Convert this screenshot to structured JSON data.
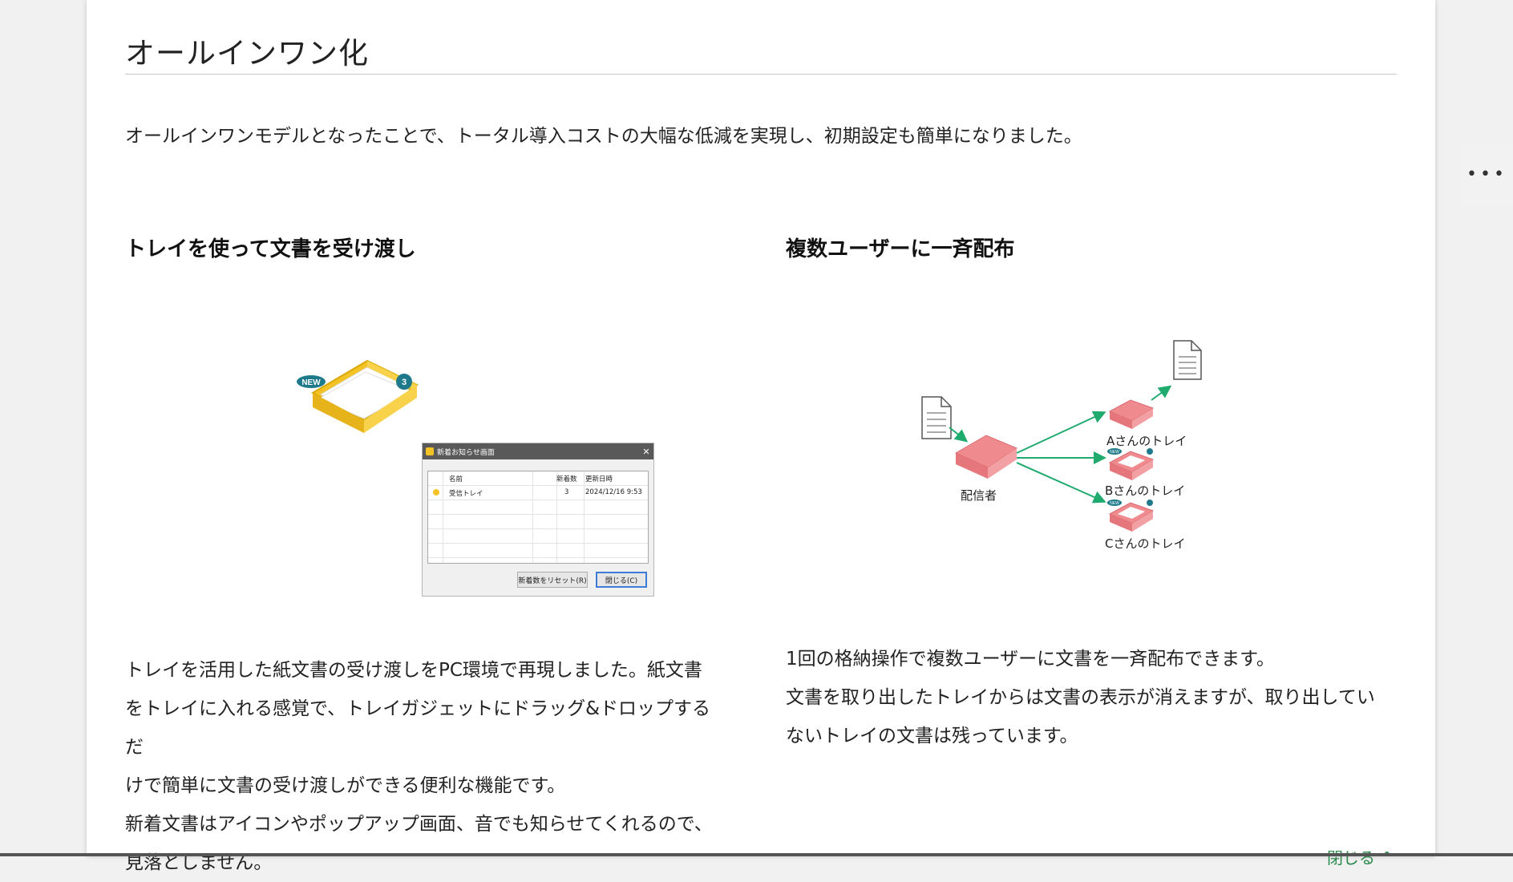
{
  "section": {
    "title": "オールインワン化",
    "intro": "オールインワンモデルとなったことで、トータル導入コストの大幅な低減を実現し、初期設定も簡単になりました。"
  },
  "left": {
    "heading": "トレイを使って文書を受け渡し",
    "tray": {
      "new_badge": "NEW",
      "count_badge": "3"
    },
    "dialog": {
      "title": "新着お知らせ画面",
      "close_glyph": "✕",
      "columns": [
        "名前",
        "新着数",
        "更新日時"
      ],
      "rows": [
        {
          "name": "受信トレイ",
          "count": "3",
          "date": "2024/12/16 9:53"
        }
      ],
      "reset_button": "新着数をリセット(R)",
      "close_button": "閉じる(C)"
    },
    "body_lines": [
      "トレイを活用した紙文書の受け渡しをPC環境で再現しました。紙文書",
      "をトレイに入れる感覚で、トレイガジェットにドラッグ&ドロップするだ",
      "けで簡単に文書の受け渡しができる便利な機能です。",
      "新着文書はアイコンやポップアップ画面、音でも知らせてくれるので、",
      "見落としません。"
    ]
  },
  "right": {
    "heading": "複数ユーザーに一斉配布",
    "diagram": {
      "sender_label": "配信者",
      "tray_a_label": "Aさんのトレイ",
      "tray_b_label": "Bさんのトレイ",
      "tray_c_label": "Cさんのトレイ",
      "new_badge": "NEW",
      "tray_color": "#ef8a8f",
      "arrow_color": "#1faa6e"
    },
    "body_lines": [
      "1回の格納操作で複数ユーザーに文書を一斉配布できます。",
      "文書を取り出したトレイからは文書の表示が消えますが、取り出してい",
      "ないトレイの文書は残っています。"
    ]
  },
  "side": {
    "more_glyph": "•••"
  },
  "footer": {
    "peek_text": "閉じる ^"
  }
}
